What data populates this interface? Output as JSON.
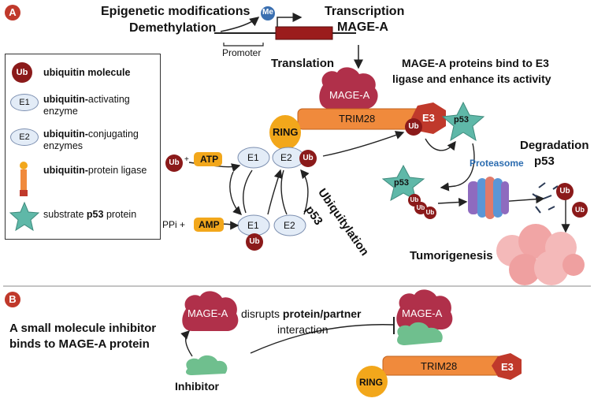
{
  "panelA": {
    "label": "A",
    "epigenetic_line1": "Epigenetic modifications",
    "epigenetic_line2": "Demethylation",
    "me": "Me",
    "promoter": "Promoter",
    "transcription_line1": "Transcription",
    "transcription_line2": "MAGE-A",
    "translation": "Translation",
    "bind_line1": "MAGE-A proteins bind to E3",
    "bind_line2": "ligase and enhance its activity",
    "mage_a": "MAGE-A",
    "trim28": "TRIM28",
    "ring": "RING",
    "e3": "E3",
    "ub": "Ub",
    "p53": "p53",
    "atp": "ATP",
    "amp": "AMP",
    "ppi": "PPi +",
    "plus": "+",
    "e1": "E1",
    "e2": "E2",
    "ubiquitylation": "Ubiquitylation",
    "ubiquitylation_p53": "p53",
    "proteasome": "Proteasome",
    "degradation": "Degradation",
    "degradation_p53": "p53",
    "tumorigenesis": "Tumorigenesis"
  },
  "legend": {
    "items": [
      {
        "icon": "Ub",
        "bold": "ubiquitin molecule",
        "rest": ""
      },
      {
        "icon": "E1",
        "bold": "ubiquitin-",
        "rest": "activating enzyme"
      },
      {
        "icon": "E2",
        "bold": "ubiquitin-",
        "rest": "conjugating enzymes"
      },
      {
        "icon": "",
        "bold": "ubiquitin-",
        "rest": "protein ligase"
      },
      {
        "icon": "",
        "bold": "p53",
        "rest": "substrate",
        "suffix": "protein"
      }
    ]
  },
  "panelB": {
    "label": "B",
    "inhibitor_line1": "A small molecule inhibitor",
    "inhibitor_line2": "binds to MAGE-A protein",
    "inhibitor": "Inhibitor",
    "disrupts_pre": "disrupts",
    "disrupts_bold": "protein/partner",
    "interaction": "interaction",
    "mage_a": "MAGE-A",
    "trim28": "TRIM28",
    "ring": "RING",
    "e3": "E3"
  },
  "colors": {
    "ub": "#8b1a1a",
    "trim28": "#f08a3c",
    "ring": "#f2a71b",
    "e3": "#c0392b",
    "mage": "#b0304a",
    "p53": "#5fb8a8",
    "e_enzyme": "#e3ecf7",
    "label_badge": "#c0392b"
  }
}
